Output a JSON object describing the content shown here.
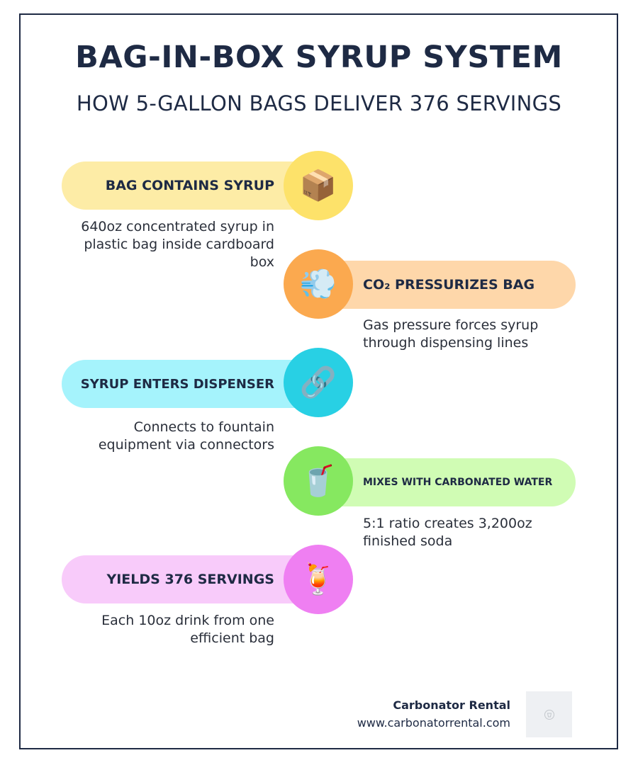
{
  "title": "BAG-IN-BOX SYRUP SYSTEM",
  "subtitle": "HOW 5-GALLON BAGS DELIVER 376 SERVINGS",
  "steps": [
    {
      "label": "BAG CONTAINS SYRUP",
      "description": "640oz concentrated syrup in plastic bag inside cardboard box",
      "icon": "package-icon",
      "glyph": "📦",
      "pill_color": "#fdeca6",
      "circle_color": "#fde26a"
    },
    {
      "label": "CO₂ PRESSURIZES BAG",
      "description": "Gas pressure forces syrup through dispensing lines",
      "icon": "gas-cloud-icon",
      "glyph": "💨",
      "pill_color": "#fed7aa",
      "circle_color": "#fba94f"
    },
    {
      "label": "SYRUP ENTERS DISPENSER",
      "description": "Connects to fountain equipment via connectors",
      "icon": "chain-link-icon",
      "glyph": "🔗",
      "pill_color": "#a5f3fc",
      "circle_color": "#28d0e4"
    },
    {
      "label": "MIXES WITH CARBONATED WATER",
      "description": "5:1 ratio creates 3,200oz finished soda",
      "icon": "soda-cup-icon",
      "glyph": "🥤",
      "pill_color": "#d0fcb4",
      "circle_color": "#86e860"
    },
    {
      "label": "YIELDS 376 SERVINGS",
      "description": "Each 10oz drink from one efficient bag",
      "icon": "tropical-drink-icon",
      "glyph": "🍹",
      "pill_color": "#f8cbfa",
      "circle_color": "#ef7ff2"
    }
  ],
  "footer": {
    "brand_name": "Carbonator Rental",
    "url": "www.carbonatorrental.com",
    "logo_icon": "carbonator-logo-icon"
  }
}
